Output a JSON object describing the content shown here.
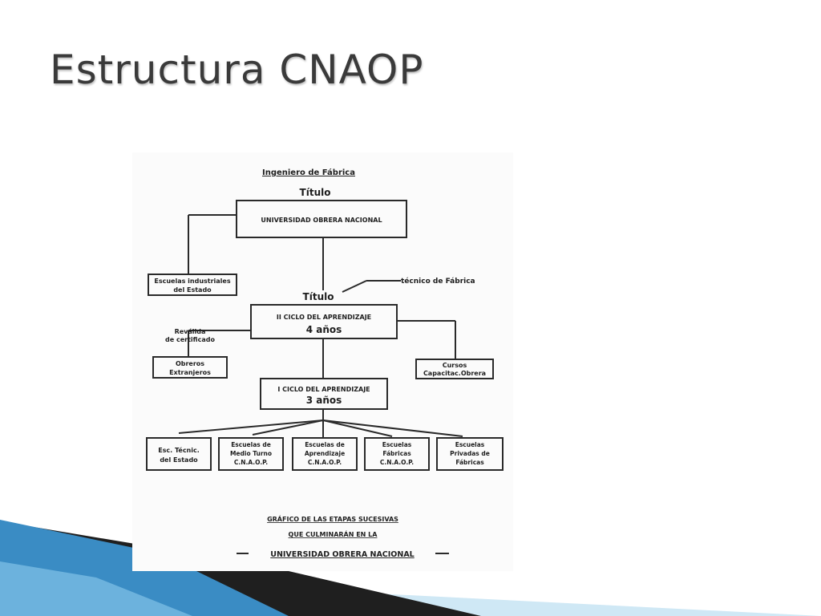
{
  "slide": {
    "title": "Estructura CNAOP"
  },
  "diagram": {
    "top_caption": "Ingeniero de Fábrica",
    "titulo_top": "Título",
    "universidad": "UNIVERSIDAD OBRERA NACIONAL",
    "escuelas_industriales": [
      "Escuelas industriales",
      "del Estado"
    ],
    "tecnico_label": "técnico de Fábrica",
    "titulo_mid": "Título",
    "ciclo2": {
      "name": "II CICLO DEL APRENDIZAJE",
      "years": "4 años"
    },
    "reválida": [
      "Reválida",
      "de certificado"
    ],
    "obreros": [
      "Obreros",
      "Extranjeros"
    ],
    "cursos": [
      "Cursos",
      "Capacitac.Obrera"
    ],
    "ciclo1": {
      "name": "I CICLO DEL APRENDIZAJE",
      "years": "3 años"
    },
    "bottom_boxes": [
      {
        "line1": "Esc. Técnic.",
        "line2": "del Estado",
        "line3": ""
      },
      {
        "line1": "Escuelas de",
        "line2": "Medio Turno",
        "line3": "C.N.A.O.P."
      },
      {
        "line1": "Escuelas de",
        "line2": "Aprendizaje",
        "line3": "C.N.A.O.P."
      },
      {
        "line1": "Escuelas",
        "line2": "Fábricas",
        "line3": "C.N.A.O.P."
      },
      {
        "line1": "Escuelas",
        "line2": "Privadas de",
        "line3": "Fábricas"
      }
    ],
    "caption": [
      "GRÁFICO DE LAS ETAPAS SUCESIVAS",
      "QUE CULMINARÁN EN LA",
      "UNIVERSIDAD OBRERA NACIONAL"
    ]
  },
  "colors": {
    "title": "#3a3a3a",
    "deco_dark": "#1f1f1f",
    "deco_blue": "#3a8cc4",
    "deco_light": "#bfe0f2"
  }
}
